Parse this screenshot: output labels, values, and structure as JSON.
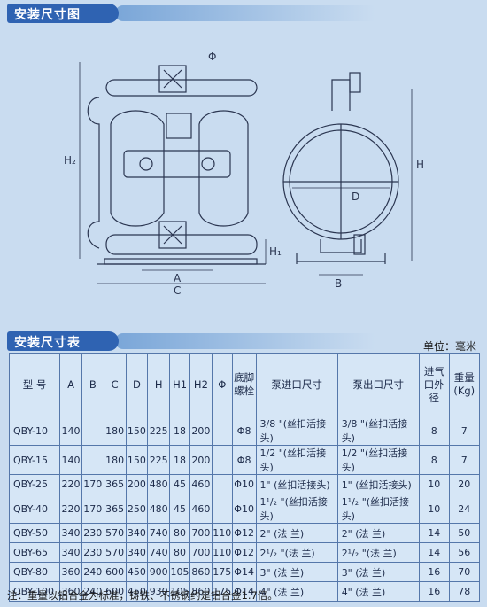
{
  "section_titles": {
    "drawing": "安装尺寸图",
    "table": "安装尺寸表"
  },
  "drawing_labels": {
    "phi": "Φ",
    "h2": "H₂",
    "a": "A",
    "c": "C",
    "h1": "H₁",
    "d": "D",
    "h": "H",
    "b": "B"
  },
  "unit": "单位：毫米",
  "table": {
    "headers": [
      "型 号",
      "A",
      "B",
      "C",
      "D",
      "H",
      "H1",
      "H2",
      "Φ",
      "底脚螺栓",
      "泵进口尺寸",
      "泵出口尺寸",
      "进气口外径",
      "重量(Kg)"
    ],
    "rows": [
      [
        "QBY-10",
        "140",
        "",
        "180",
        "150",
        "225",
        "18",
        "200",
        "",
        "Φ8",
        "3/8 \"(丝扣活接头)",
        "3/8 \"(丝扣活接头)",
        "8",
        "7"
      ],
      [
        "QBY-15",
        "140",
        "",
        "180",
        "150",
        "225",
        "18",
        "200",
        "",
        "Φ8",
        "1/2 \"(丝扣活接头)",
        "1/2 \"(丝扣活接头)",
        "8",
        "7"
      ],
      [
        "QBY-25",
        "220",
        "170",
        "365",
        "200",
        "480",
        "45",
        "460",
        "",
        "Φ10",
        "1\" (丝扣活接头)",
        "1\" (丝扣活接头)",
        "10",
        "20"
      ],
      [
        "QBY-40",
        "220",
        "170",
        "365",
        "250",
        "480",
        "45",
        "460",
        "",
        "Φ10",
        "1¹/₂ \"(丝扣活接头)",
        "1¹/₂ \"(丝扣活接头)",
        "10",
        "24"
      ],
      [
        "QBY-50",
        "340",
        "230",
        "570",
        "340",
        "740",
        "80",
        "700",
        "110",
        "Φ12",
        "2\" (法 兰)",
        "2\" (法 兰)",
        "14",
        "50"
      ],
      [
        "QBY-65",
        "340",
        "230",
        "570",
        "340",
        "740",
        "80",
        "700",
        "110",
        "Φ12",
        "2¹/₂ \"(法 兰)",
        "2¹/₂ \"(法 兰)",
        "14",
        "56"
      ],
      [
        "QBY-80",
        "360",
        "240",
        "600",
        "450",
        "900",
        "105",
        "860",
        "175",
        "Φ14",
        "3\" (法 兰)",
        "3\" (法 兰)",
        "16",
        "70"
      ],
      [
        "QBY-100",
        "360",
        "240",
        "600",
        "450",
        "930",
        "105",
        "860",
        "175",
        "Φ14",
        "4\" (法 兰)",
        "4\" (法 兰)",
        "16",
        "78"
      ]
    ]
  },
  "note": "注：重量以铝合金为标准，铸铁、不锈钢约是铝合金1.7倍。"
}
